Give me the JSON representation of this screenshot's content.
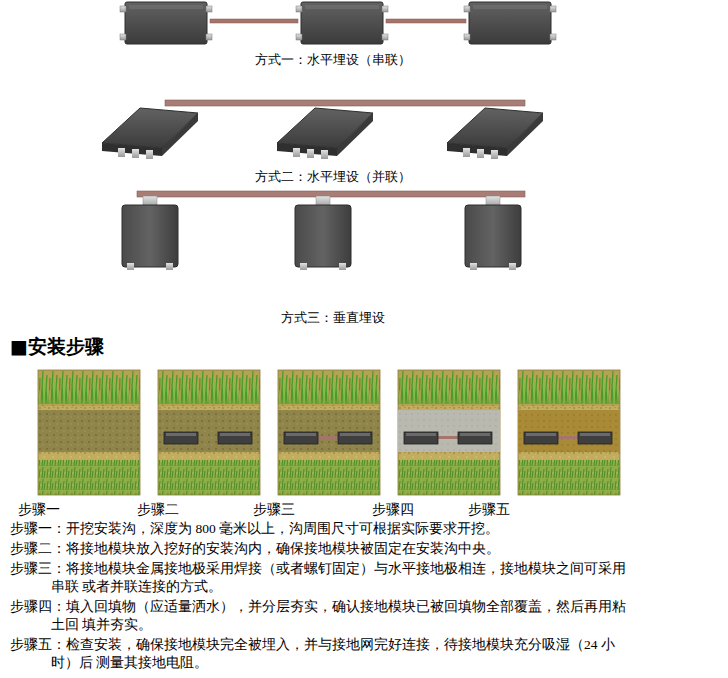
{
  "diagram": {
    "title": "■安装步骤",
    "labels": [
      "方式一：水平埋设（串联）",
      "方式二：水平埋设（并联）",
      "方式三：垂直埋设",
      "步骤一",
      "步骤二",
      "步骤三",
      "步骤四",
      "步骤五",
      "步骤一：开挖安装沟，深度为 800 毫米以上，沟周围尺寸可根据实际要求开挖。",
      "步骤二：将接地模块放入挖好的安装沟内，确保接地模块被固定在安装沟中央。",
      "步骤三：将接地模块金属接地极采用焊接（或者螺钉固定）与水平接地极相连，接地模块之间可采用串联 或者并联连接的方式。",
      "步骤四：填入回填物（应适量洒水），并分层夯实，确认接地模块已被回填物全部覆盖，然后再用粘土回 填并夯实。",
      "步骤五：检查安装，确保接地模块完全被埋入，并与接地网完好连接，待接地模块充分吸湿（24 小时）后 测量其接地电阻。"
    ]
  }
}
